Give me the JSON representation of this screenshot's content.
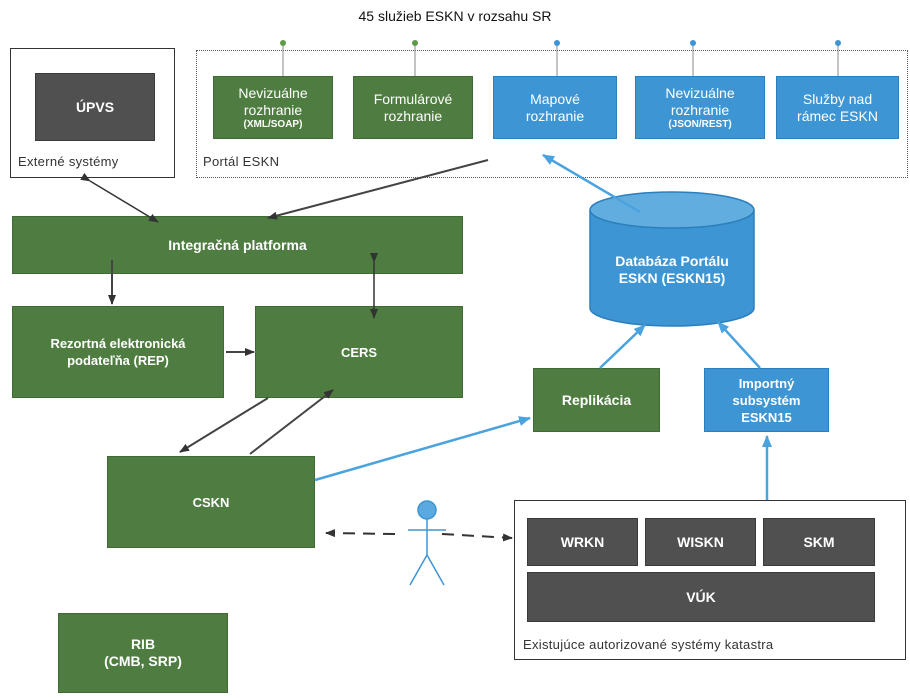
{
  "diagram": {
    "title": "45 služieb ESKN v rozsahu SR",
    "external": {
      "upvs": "ÚPVS",
      "caption": "Externé systémy"
    },
    "portal": {
      "caption": "Portál ESKN",
      "interfaces": [
        {
          "line1": "Nevizuálne",
          "line2": "rozhranie",
          "line3": "(XML/SOAP)"
        },
        {
          "line1": "Formulárové",
          "line2": "rozhranie"
        },
        {
          "line1": "Mapové",
          "line2": "rozhranie"
        },
        {
          "line1": "Nevizuálne",
          "line2": "rozhranie",
          "line3": "(JSON/REST)"
        },
        {
          "line1": "Služby nad",
          "line2": "rámec ESKN"
        }
      ]
    },
    "integration": "Integračná platforma",
    "rep": {
      "line1": "Rezortná elektronická",
      "line2": "podateľňa (REP)"
    },
    "cers": "CERS",
    "cskn": "CSKN",
    "rib": {
      "line1": "RIB",
      "line2": "(CMB, SRP)"
    },
    "database": {
      "line1": "Databáza Portálu",
      "line2": "ESKN (ESKN15)"
    },
    "replication": "Replikácia",
    "import": {
      "line1": "Importný",
      "line2": "subsystém",
      "line3": "ESKN15"
    },
    "cadastre": {
      "caption": "Existujúce autorizované systémy katastra",
      "systems": [
        "WRKN",
        "WISKN",
        "SKM"
      ],
      "vuk": "VÚK"
    },
    "colors": {
      "green": "#4f7d41",
      "blue": "#3d95d3",
      "gray": "#505050"
    }
  }
}
